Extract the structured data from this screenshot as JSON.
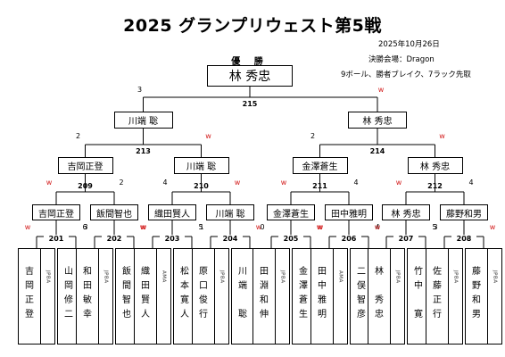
{
  "title": "2025 グランプリウェスト第5戦",
  "info": {
    "date": "2025年10月26日",
    "venue": "決勝会場：Dragon",
    "rules": "9ボール、勝者ブレイク、7ラック先取"
  },
  "champion_label": "優 勝",
  "champion": "林 秀忠",
  "final": {
    "number": "215",
    "scores": [
      "3",
      "w"
    ],
    "players": [
      "川端 聡",
      "林 秀忠"
    ]
  },
  "semis": [
    {
      "number": "213",
      "scores": [
        "2",
        "w"
      ],
      "players": [
        "吉岡正登",
        "川端 聡"
      ]
    },
    {
      "number": "214",
      "scores": [
        "2",
        "w"
      ],
      "players": [
        "金澤蒼生",
        "林 秀忠"
      ]
    }
  ],
  "quarters": [
    {
      "number": "209",
      "scores": [
        "w",
        "2"
      ],
      "players": [
        "吉岡正登",
        "飯間智也"
      ]
    },
    {
      "number": "210",
      "scores": [
        "4",
        "w"
      ],
      "players": [
        "織田賢人",
        "川端 聡"
      ]
    },
    {
      "number": "211",
      "scores": [
        "w",
        "4"
      ],
      "players": [
        "金澤蒼生",
        "田中雅明"
      ]
    },
    {
      "number": "212",
      "scores": [
        "w",
        "4"
      ],
      "players": [
        "林 秀忠",
        "藤野和男"
      ]
    }
  ],
  "first_round": [
    {
      "number": "201",
      "scores": [
        "w",
        "6"
      ]
    },
    {
      "number": "202",
      "scores": [
        "3",
        "w"
      ]
    },
    {
      "number": "203",
      "scores": [
        "w",
        "5"
      ]
    },
    {
      "number": "204",
      "scores": [
        "1",
        "w"
      ]
    },
    {
      "number": "205",
      "scores": [
        "0",
        "w"
      ]
    },
    {
      "number": "206",
      "scores": [
        "w",
        "4"
      ]
    },
    {
      "number": "207",
      "scores": [
        "w",
        "5"
      ]
    },
    {
      "number": "208",
      "scores": [
        "3",
        "w"
      ]
    }
  ],
  "players": [
    {
      "name": "吉\n岡\n正\n登",
      "org": "JPBA"
    },
    {
      "name": "山\n岡\n修\n二",
      "org": "JPBA"
    },
    {
      "name": "和\n田\n敏\n幸",
      "org": "JPBA"
    },
    {
      "name": "飯\n間\n智\n也",
      "org": "JPBA"
    },
    {
      "name": "織\n田\n賢\n人",
      "org": "AMA"
    },
    {
      "name": "松\n本\n寛\n人",
      "org": "AMA"
    },
    {
      "name": "原\n口\n俊\n行",
      "org": "JPBA"
    },
    {
      "name": "川\n端\n\n聡",
      "org": "JPBA"
    },
    {
      "name": "田\n淵\n和\n伸",
      "org": "JPBA"
    },
    {
      "name": "金\n澤\n蒼\n生",
      "org": "AMA"
    },
    {
      "name": "田\n中\n雅\n明",
      "org": "AMA"
    },
    {
      "name": "二\n俣\n智\n彦",
      "org": "JPBA"
    },
    {
      "name": "林\n\n秀\n忠",
      "org": "JPBA"
    },
    {
      "name": "竹\n中\n\n寛",
      "org": "JPBA"
    },
    {
      "name": "佐\n藤\n正\n行",
      "org": "JPBA"
    },
    {
      "name": "藤\n野\n和\n男",
      "org": "JPBA"
    }
  ]
}
